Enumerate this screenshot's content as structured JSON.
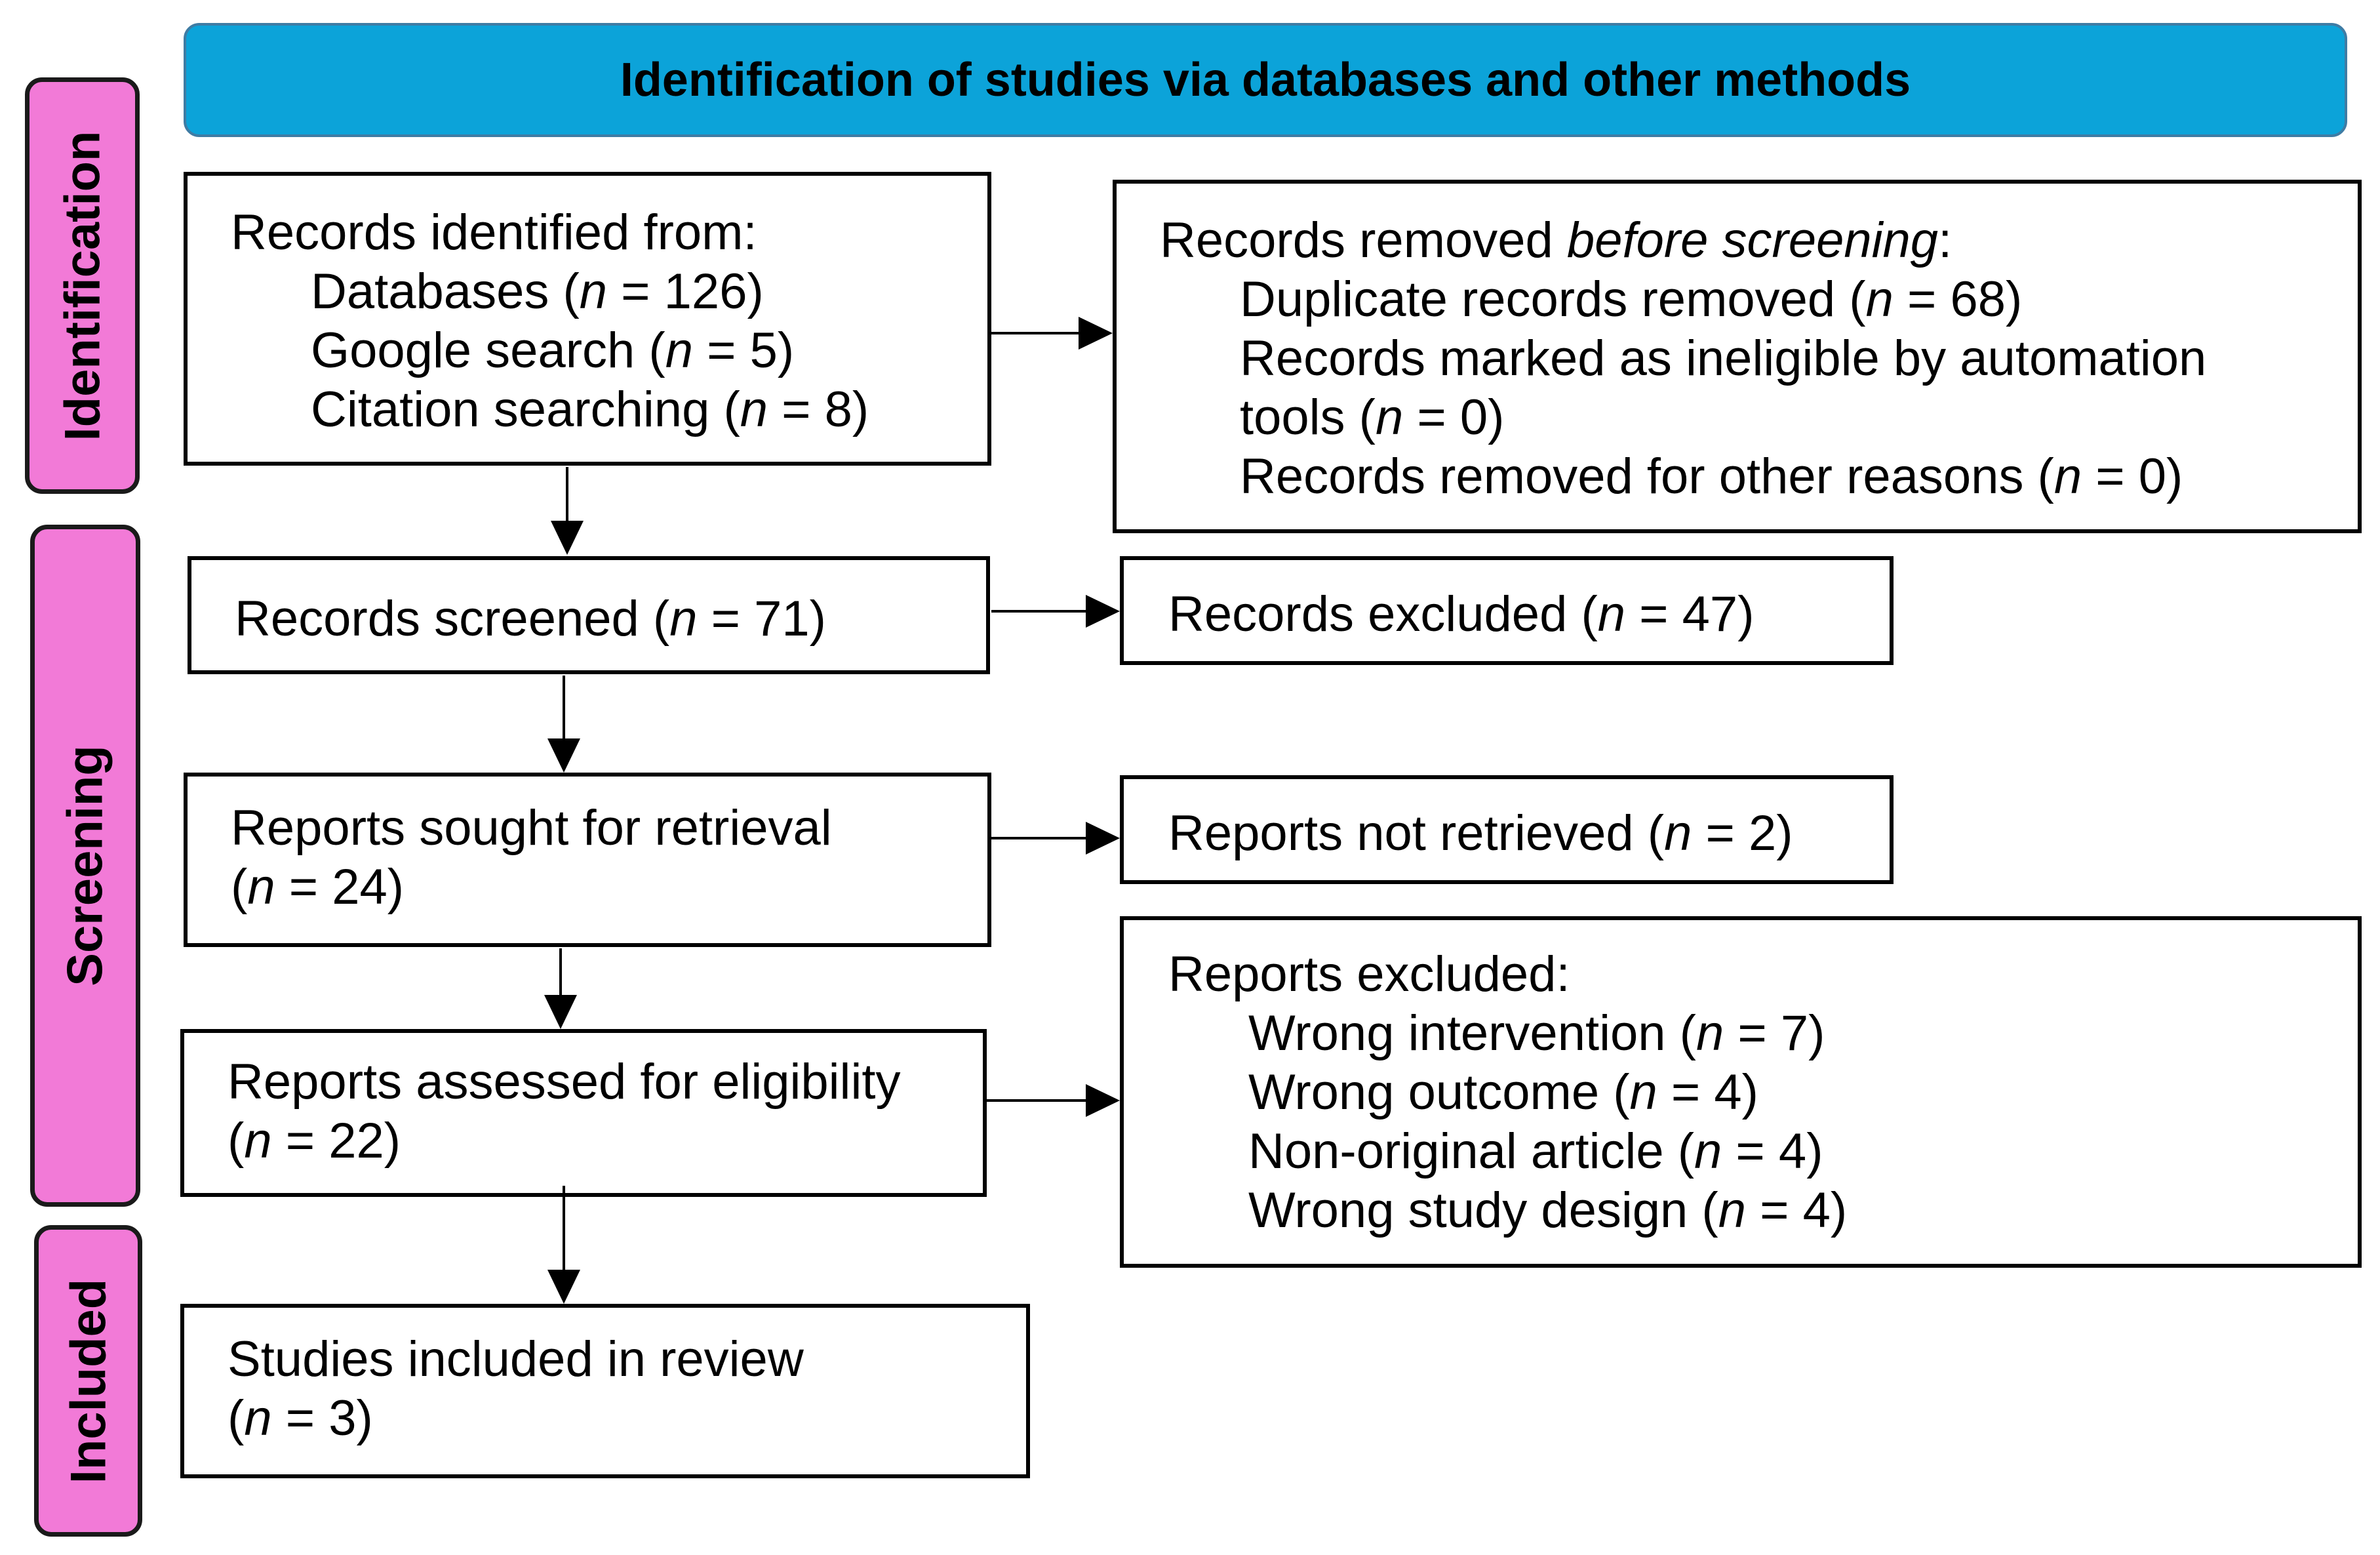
{
  "header": {
    "title": "Identification of studies via databases and other methods"
  },
  "stages": {
    "identification": "Identification",
    "screening": "Screening",
    "included": "Included"
  },
  "n_symbol": "n",
  "identified": {
    "title": "Records identified from:",
    "databases_label": "Databases (",
    "databases_value": " = 126)",
    "google_label": "Google search (",
    "google_value": " = 5)",
    "citation_label": "Citation searching (",
    "citation_value": " = 8)"
  },
  "removed": {
    "title_prefix": "Records removed ",
    "title_italic": "before screening",
    "title_suffix": ":",
    "duplicates_label": "Duplicate records removed (",
    "duplicates_value": " = 68)",
    "automation_line1": "Records marked as ineligible by automation",
    "automation_line2": "tools (",
    "automation_value": " = 0)",
    "other_label": "Records removed for other reasons (",
    "other_value": " = 0)"
  },
  "screened": {
    "label": "Records screened (",
    "value": " = 71)"
  },
  "excluded_records": {
    "label": "Records excluded (",
    "value": " = 47)"
  },
  "sought": {
    "label": "Reports sought for retrieval",
    "value_prefix": "(",
    "value": " = 24)"
  },
  "not_retrieved": {
    "label": "Reports not retrieved (",
    "value": " = 2)"
  },
  "assessed": {
    "label": "Reports assessed for eligibility",
    "value_prefix": "(",
    "value": " = 22)"
  },
  "reports_excluded": {
    "title": "Reports excluded:",
    "intervention_label": "Wrong intervention (",
    "intervention_value": " = 7)",
    "outcome_label": "Wrong outcome (",
    "outcome_value": " = 4)",
    "nonoriginal_label": "Non-original article (",
    "nonoriginal_value": " = 4)",
    "design_label": "Wrong study design (",
    "design_value": " = 4)"
  },
  "included": {
    "label": "Studies included in review",
    "value_prefix": "(",
    "value": " = 3)"
  },
  "colors": {
    "header_fill": "#0ca3d9",
    "stage_fill": "#f27ad7"
  }
}
